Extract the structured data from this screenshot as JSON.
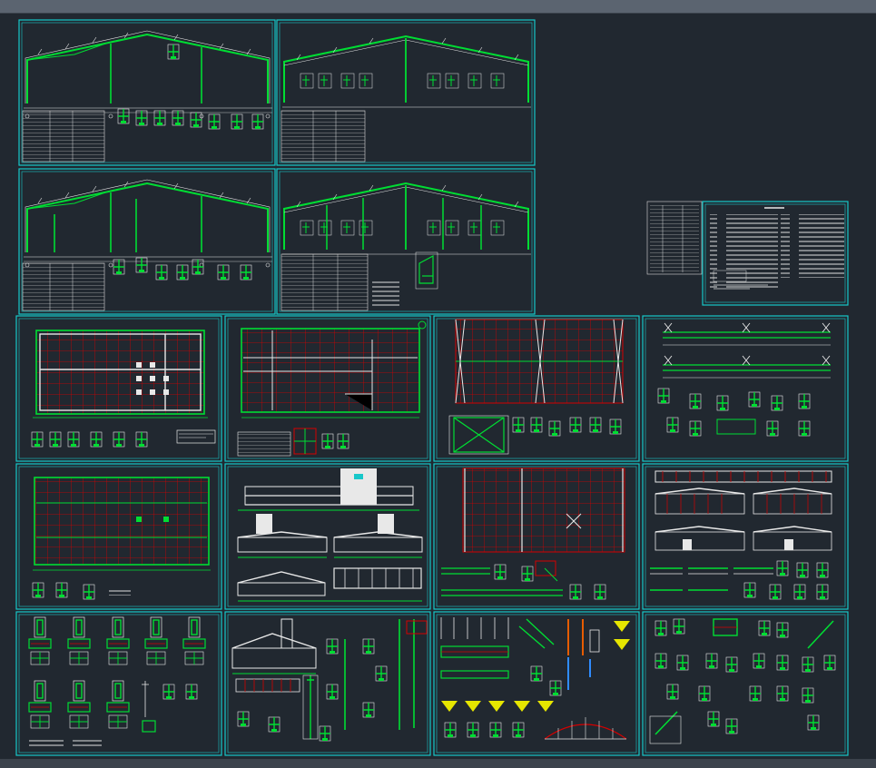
{
  "viewport": {
    "background": "#212830",
    "colors": {
      "frame": "#17c7c9",
      "structure": "#00dd33",
      "grid": "#d50000",
      "annotation": "#e8e8e8"
    }
  },
  "sheets": [
    {
      "id": "s1",
      "kind": "gable-frame",
      "pattern": "frame-a"
    },
    {
      "id": "s2",
      "kind": "gable-frame",
      "pattern": "frame-b"
    },
    {
      "id": "s3",
      "kind": "gable-frame",
      "pattern": "frame-a"
    },
    {
      "id": "s4",
      "kind": "gable-frame",
      "pattern": "frame-b"
    },
    {
      "id": "s5",
      "kind": "design-notes"
    },
    {
      "id": "s6",
      "kind": "plan"
    },
    {
      "id": "s7",
      "kind": "plan"
    },
    {
      "id": "s8",
      "kind": "plan"
    },
    {
      "id": "s9",
      "kind": "elevation-details"
    },
    {
      "id": "s10",
      "kind": "plan"
    },
    {
      "id": "s11",
      "kind": "elevations"
    },
    {
      "id": "s12",
      "kind": "plan"
    },
    {
      "id": "s13",
      "kind": "elevation-details"
    },
    {
      "id": "s14",
      "kind": "foundation-details"
    },
    {
      "id": "s15",
      "kind": "wall-details"
    },
    {
      "id": "s16",
      "kind": "truss-details"
    },
    {
      "id": "s17",
      "kind": "joint-details"
    }
  ]
}
